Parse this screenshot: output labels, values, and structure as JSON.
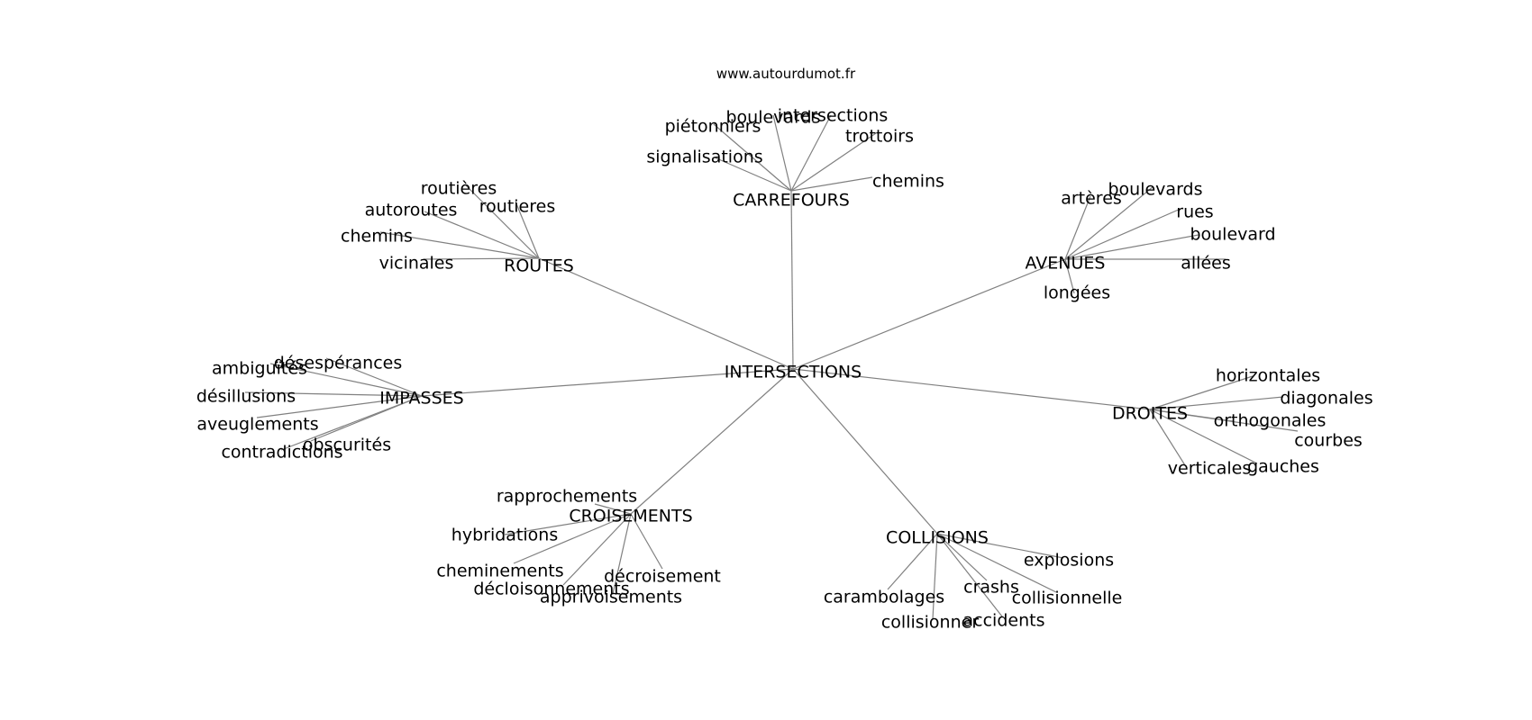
{
  "source": "www.autourdumot.fr",
  "colors": {
    "edge": "#808080",
    "text": "#000000",
    "background": "#ffffff"
  },
  "center": "INTERSECTIONS",
  "groups": [
    {
      "label": "CARREFOURS",
      "words": [
        "boulevards",
        "intersections",
        "piétonniers",
        "trottoirs",
        "signalisations",
        "chemins"
      ]
    },
    {
      "label": "ROUTES",
      "words": [
        "routières",
        "autoroutes",
        "routieres",
        "chemins",
        "vicinales"
      ]
    },
    {
      "label": "AVENUES",
      "words": [
        "artères",
        "boulevards",
        "rues",
        "boulevard",
        "allées",
        "longées"
      ]
    },
    {
      "label": "IMPASSES",
      "words": [
        "désespérances",
        "ambiguïtés",
        "désillusions",
        "aveuglements",
        "obscurités",
        "contradictions"
      ]
    },
    {
      "label": "DROITES",
      "words": [
        "horizontales",
        "diagonales",
        "orthogonales",
        "courbes",
        "verticales",
        "gauches"
      ]
    },
    {
      "label": "CROISEMENTS",
      "words": [
        "rapprochements",
        "hybridations",
        "cheminements",
        "décroisement",
        "décloisonnements",
        "apprivoisements"
      ]
    },
    {
      "label": "COLLISIONS",
      "words": [
        "explosions",
        "carambolages",
        "crashs",
        "collisionnelle",
        "collisionner",
        "accidents"
      ]
    }
  ]
}
